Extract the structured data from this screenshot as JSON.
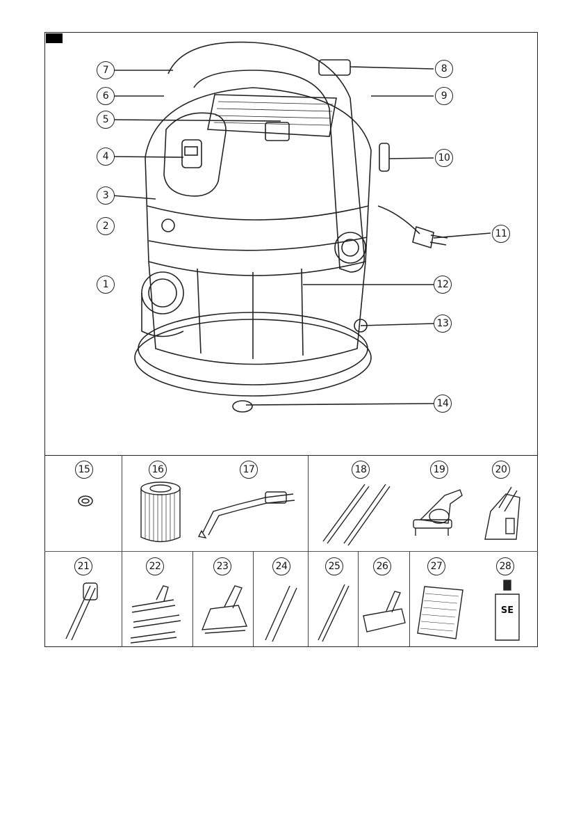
{
  "figure": {
    "callouts_main": [
      "7",
      "8",
      "6",
      "9",
      "5",
      "4",
      "10",
      "3",
      "11",
      "2",
      "1",
      "12",
      "13",
      "14"
    ],
    "callouts_row1": [
      "15",
      "16",
      "17",
      "18",
      "19",
      "20"
    ],
    "callouts_row2": [
      "21",
      "22",
      "23",
      "24",
      "25",
      "26",
      "27",
      "28"
    ]
  },
  "bottle_label": {
    "line1": "SE"
  },
  "colors": {
    "line": "#222222",
    "tag": "#000000"
  }
}
